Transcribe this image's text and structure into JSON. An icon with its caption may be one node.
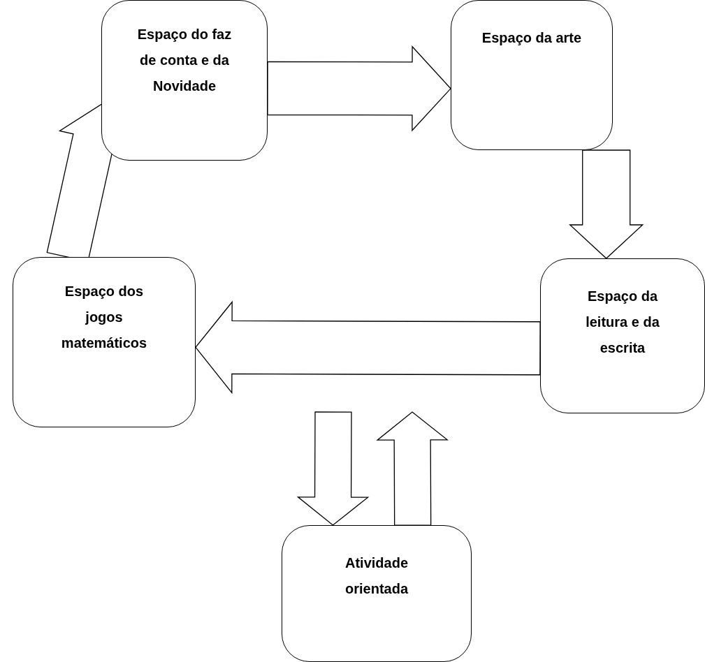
{
  "diagram": {
    "nodes": [
      {
        "text": [
          "Espaço do faz de conta e da Novidade"
        ]
      },
      {
        "text": [
          "Espaço da arte"
        ]
      },
      {
        "text": [
          "Espaço da leitura e da escrita"
        ]
      },
      {
        "text": [
          "Espaço dos jogos matemáticos"
        ]
      },
      {
        "text": [
          "Atividade orientada"
        ]
      }
    ],
    "edges": [
      {
        "from": 0,
        "to": 1,
        "arrow": "to"
      },
      {
        "from": 1,
        "to": 2,
        "arrow": "to"
      },
      {
        "from": 2,
        "to": 3,
        "arrow": "to"
      },
      {
        "from": 3,
        "to": 0,
        "arrow": "to"
      },
      {
        "from": null,
        "to": 4,
        "arrow": "to"
      },
      {
        "from": 4,
        "to": null,
        "arrow": "to"
      }
    ]
  }
}
